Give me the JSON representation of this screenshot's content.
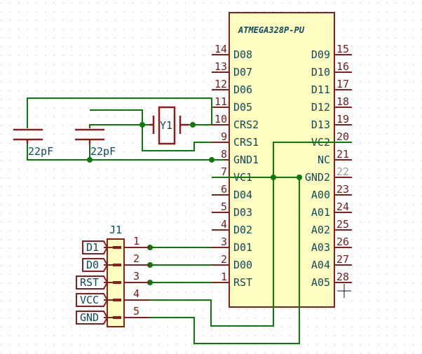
{
  "ic": {
    "title": "ATMEGA328P-PU",
    "left_pins": [
      {
        "num": "14",
        "name": "D08"
      },
      {
        "num": "13",
        "name": "D07"
      },
      {
        "num": "12",
        "name": "D06"
      },
      {
        "num": "11",
        "name": "D05"
      },
      {
        "num": "10",
        "name": "CRS2"
      },
      {
        "num": "9",
        "name": "CRS1"
      },
      {
        "num": "8",
        "name": "GND1"
      },
      {
        "num": "7",
        "name": "VC1"
      },
      {
        "num": "6",
        "name": "D04"
      },
      {
        "num": "5",
        "name": "D03"
      },
      {
        "num": "4",
        "name": "D02"
      },
      {
        "num": "3",
        "name": "D01"
      },
      {
        "num": "2",
        "name": "D00"
      },
      {
        "num": "1",
        "name": "RST"
      }
    ],
    "right_pins": [
      {
        "num": "15",
        "name": "D09"
      },
      {
        "num": "16",
        "name": "D10"
      },
      {
        "num": "17",
        "name": "D11"
      },
      {
        "num": "18",
        "name": "D12"
      },
      {
        "num": "19",
        "name": "D13"
      },
      {
        "num": "20",
        "name": "VC2"
      },
      {
        "num": "21",
        "name": "NC"
      },
      {
        "num": "22",
        "name": "GND2"
      },
      {
        "num": "23",
        "name": "A00"
      },
      {
        "num": "24",
        "name": "A01"
      },
      {
        "num": "25",
        "name": "A02"
      },
      {
        "num": "26",
        "name": "A03"
      },
      {
        "num": "27",
        "name": "A04"
      },
      {
        "num": "28",
        "name": "A05"
      }
    ]
  },
  "crystal": {
    "label": "Y1"
  },
  "capacitors": [
    {
      "label": "22pF"
    },
    {
      "label": "22pF"
    }
  ],
  "connector": {
    "ref": "J1",
    "pins": [
      {
        "num": "1",
        "label": "D1"
      },
      {
        "num": "2",
        "label": "D0"
      },
      {
        "num": "3",
        "label": "RST"
      },
      {
        "num": "4",
        "label": "VCC"
      },
      {
        "num": "5",
        "label": "GND"
      }
    ]
  },
  "colors": {
    "component_outline": "#8b1d1d",
    "component_fill": "#ffffc2",
    "wire": "#0a7a0a",
    "text": "#0d4a5e",
    "background": "#ffffff",
    "grid_dot": "#c8c8c8"
  }
}
